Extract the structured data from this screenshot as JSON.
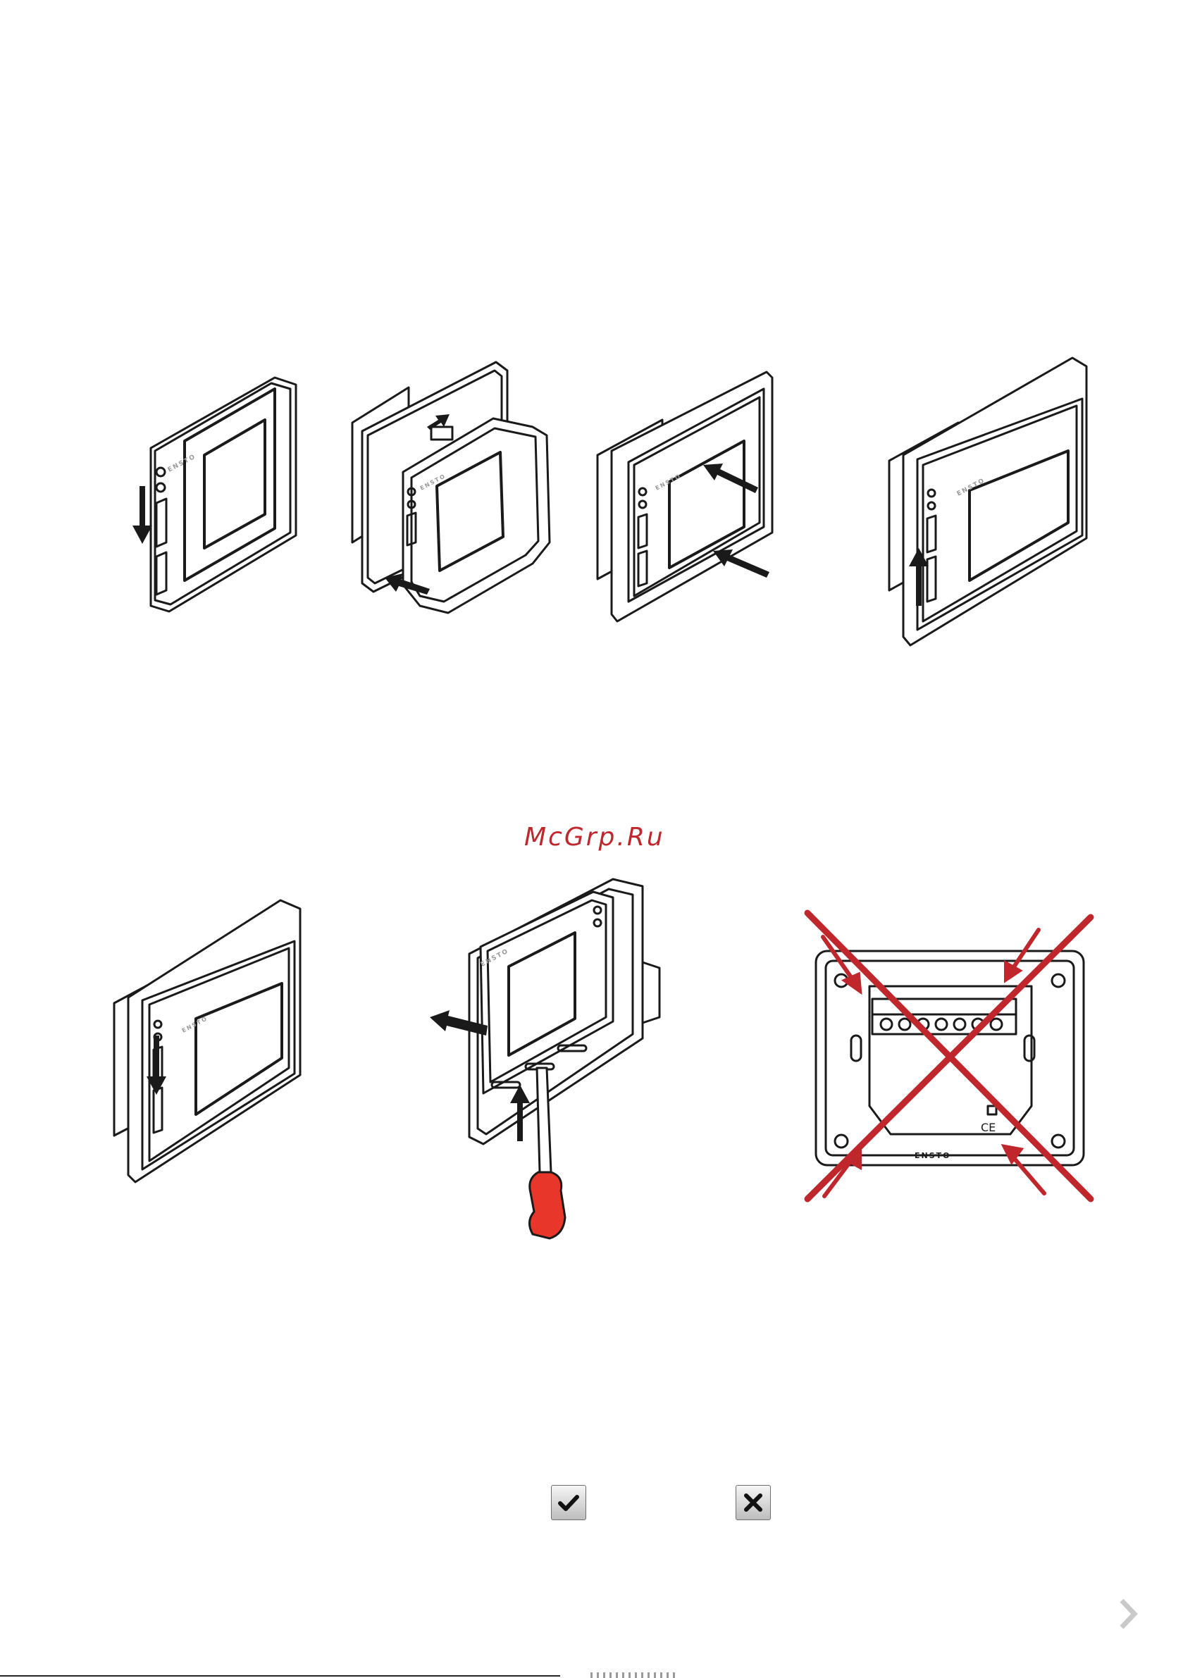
{
  "watermark": "McGrp.Ru",
  "brand_mark": "ENSTO",
  "ce_mark": "CE",
  "icons": {
    "confirm": "check-icon",
    "cancel": "cross-icon",
    "next": "chevron-right-icon"
  },
  "colors": {
    "line": "#1a1a1a",
    "warning": "#c0272d",
    "screwdriver": "#e8372a",
    "watermark": "#c0272d"
  }
}
